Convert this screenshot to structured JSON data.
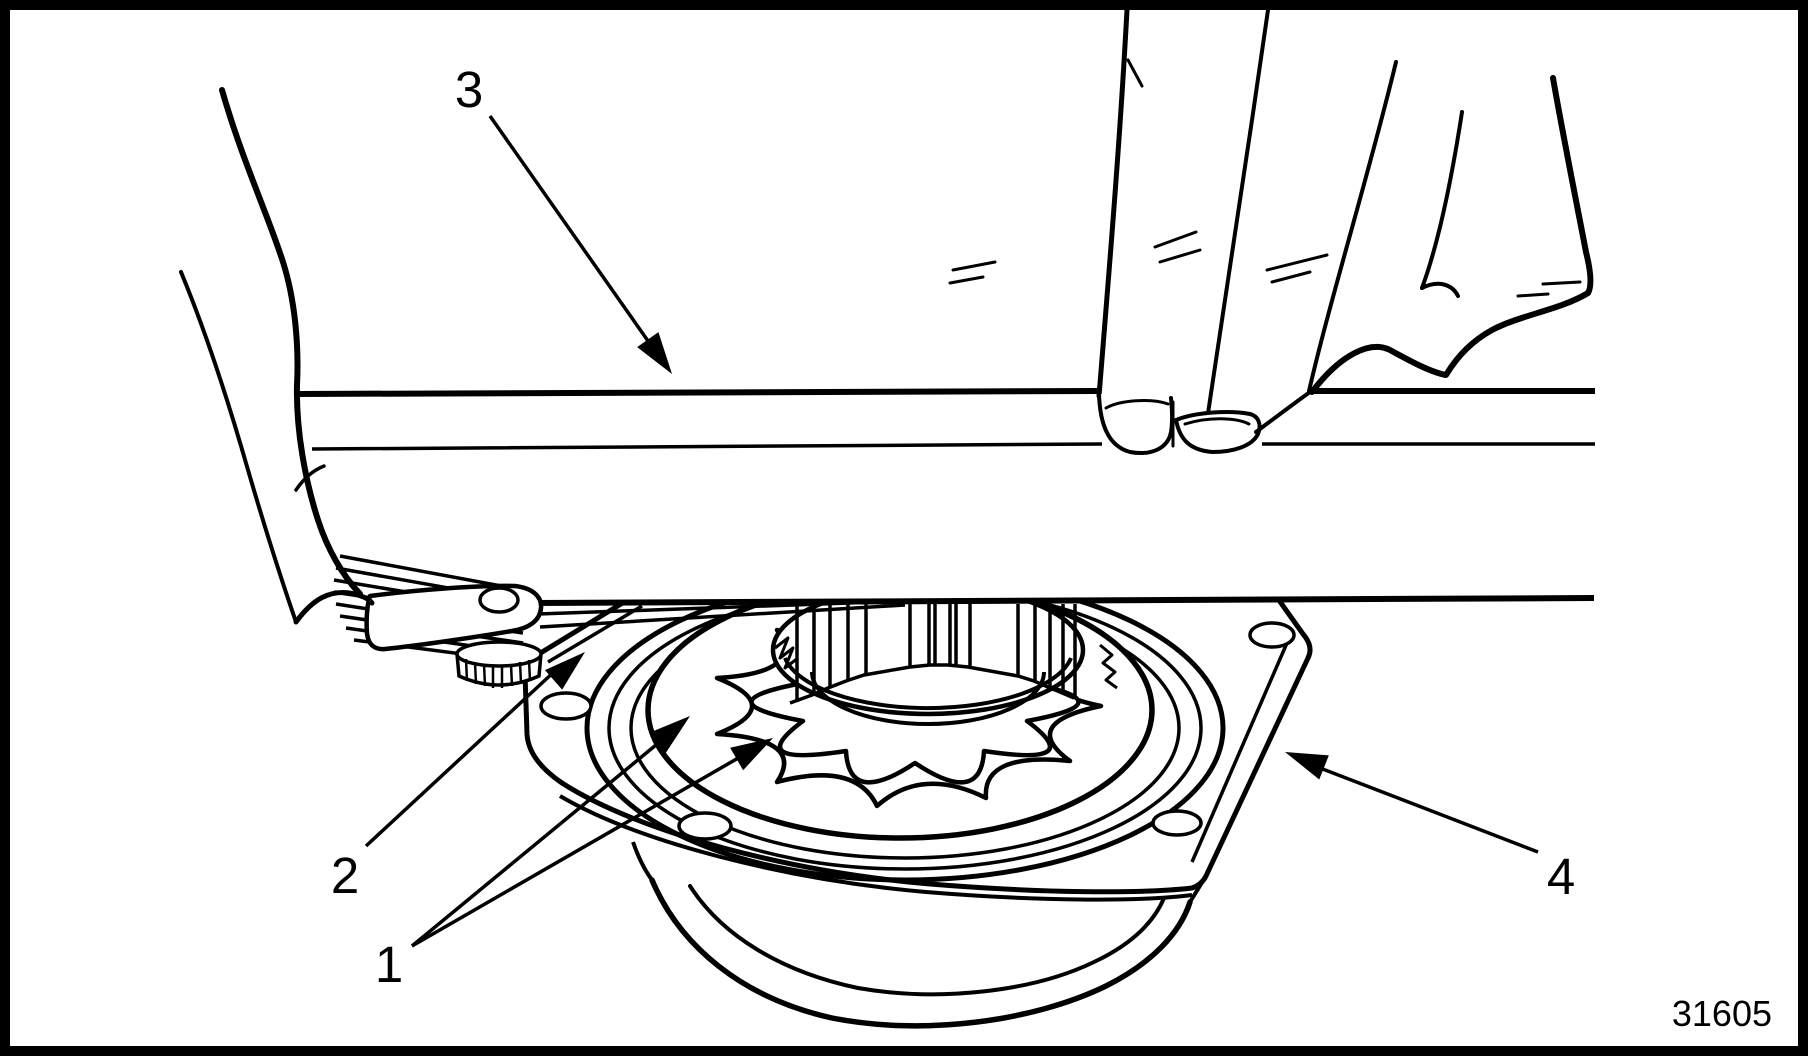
{
  "figure": {
    "type": "technical-line-illustration",
    "subject": "measuring oil pump rotor clearance with straightedge and feeler gauge",
    "figure_number": "31605",
    "colors": {
      "ink": "#000000",
      "background": "#ffffff"
    },
    "callouts": [
      {
        "label": "1",
        "part": "inner and outer pump rotors"
      },
      {
        "label": "2",
        "part": "feeler gauge"
      },
      {
        "label": "3",
        "part": "straightedge"
      },
      {
        "label": "4",
        "part": "oil pump flange"
      }
    ]
  }
}
